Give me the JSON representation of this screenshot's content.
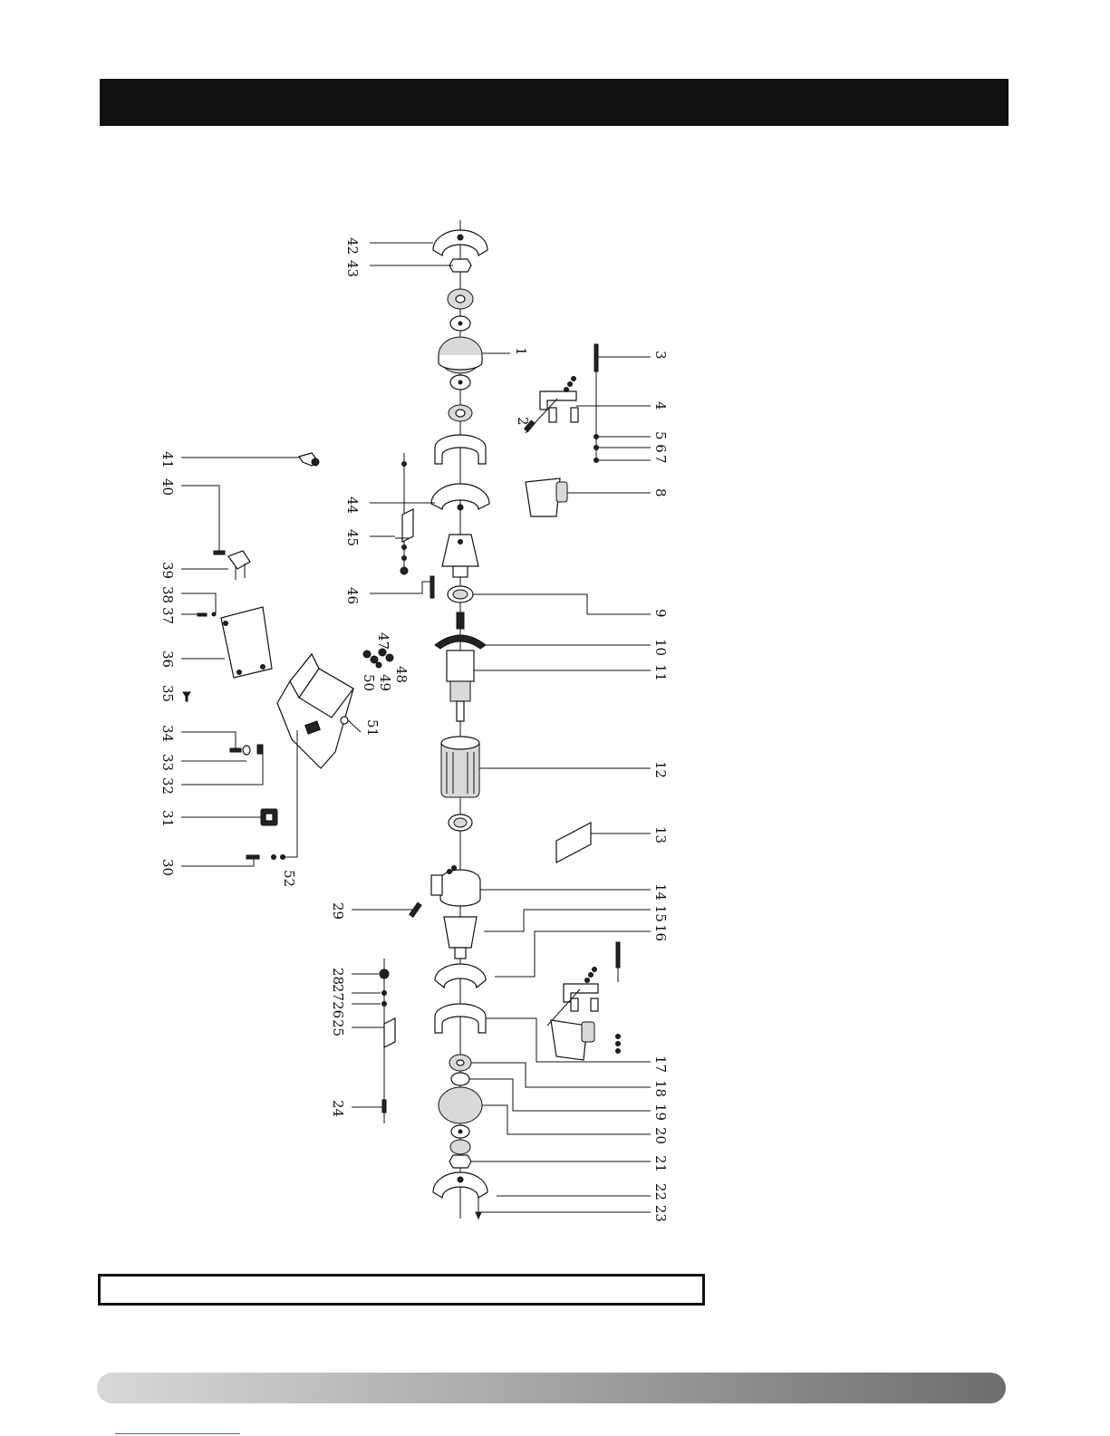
{
  "header": {
    "title": ""
  },
  "caption": {
    "text": ""
  },
  "colors": {
    "header_bar": "#111111",
    "footer_gradient_start": "#d8d8d8",
    "footer_gradient_end": "#6e6e6e"
  },
  "labels": {
    "l1": "1",
    "l2": "2",
    "l3": "3",
    "l4": "4",
    "l5_6": "5 6",
    "l7": "7",
    "l8": "8",
    "l9": "9",
    "l10": "10",
    "l11": "11",
    "l12": "12",
    "l13": "13",
    "l14_15": "14 15",
    "l16": "16",
    "l17": "17",
    "l18": "18",
    "l19": "19",
    "l20": "20",
    "l21": "21",
    "l22_23": "22 23",
    "l24": "24",
    "l25": "25",
    "l27_26": "2726",
    "l28": "28",
    "l29": "29",
    "l30": "30",
    "l31": "31",
    "l32": "32",
    "l33": "33",
    "l34": "34",
    "l35": "35",
    "l36": "36",
    "l37": "37",
    "l38": "38",
    "l39": "39",
    "l40": "40",
    "l41": "41",
    "l42": "42",
    "l43": "43",
    "l44": "44",
    "l45": "45",
    "l46": "46",
    "l47": "47",
    "l48": "48",
    "l49": "49",
    "l50": "50",
    "l51": "51",
    "l52": "52"
  }
}
